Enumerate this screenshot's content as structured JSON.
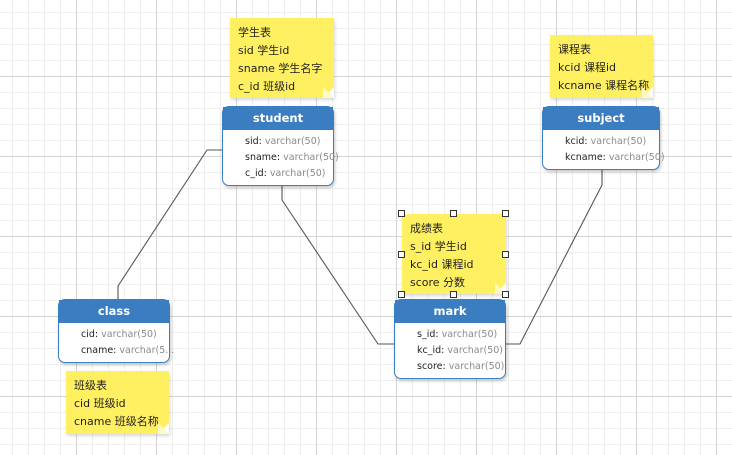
{
  "entities": {
    "student": {
      "title": "student",
      "attrs": [
        {
          "name": "sid",
          "type": "varchar(50)"
        },
        {
          "name": "sname",
          "type": "varchar(50)"
        },
        {
          "name": "c_id",
          "type": "varchar(50)"
        }
      ]
    },
    "subject": {
      "title": "subject",
      "attrs": [
        {
          "name": "kcid",
          "type": "varchar(50)"
        },
        {
          "name": "kcname",
          "type": "varchar(50)"
        }
      ]
    },
    "class": {
      "title": "class",
      "attrs": [
        {
          "name": "cid",
          "type": "varchar(50)"
        },
        {
          "name": "cname",
          "type": "varchar(5..."
        }
      ]
    },
    "mark": {
      "title": "mark",
      "attrs": [
        {
          "name": "s_id",
          "type": "varchar(50)"
        },
        {
          "name": "kc_id",
          "type": "varchar(50)"
        },
        {
          "name": "score",
          "type": "varchar(50)"
        }
      ]
    }
  },
  "notes": {
    "student": [
      "学生表",
      "sid 学生id",
      "sname 学生名字",
      "c_id 班级id"
    ],
    "subject": [
      "课程表",
      "kcid 课程id",
      "kcname 课程名称"
    ],
    "mark": [
      "成绩表",
      "s_id 学生id",
      "kc_id 课程id",
      "score 分数"
    ],
    "class": [
      "班级表",
      "cid 班级id",
      "cname 班级名称"
    ]
  },
  "colors": {
    "entity_header": "#3a7ec1",
    "note": "#fff061",
    "connector": "#555555"
  }
}
